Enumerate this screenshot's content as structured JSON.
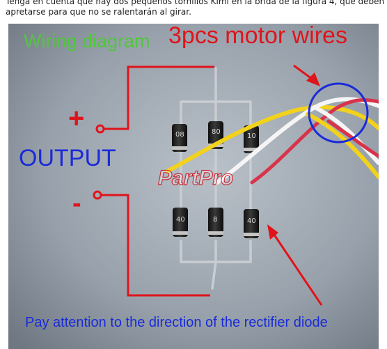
{
  "caption": "Tenga en cuenta que hay dos pequeños tornillos Kimi en la brida de la figura 4, que deben apretarse para que no se ralentarán al girar.",
  "photo": {
    "title_left": "Wiring diagram",
    "title_right": "3pcs motor wires",
    "plus_sign": "+",
    "minus_sign": "-",
    "output_label": "OUTPUT",
    "note": "Pay attention to the direction of the rectifier diode",
    "watermark": "PartPro",
    "diodes": [
      {
        "marking": "08"
      },
      {
        "marking": "80"
      },
      {
        "marking": "10"
      },
      {
        "marking": "40"
      },
      {
        "marking": "8"
      },
      {
        "marking": "40"
      }
    ],
    "colors": {
      "label_red": "#e0141b",
      "label_green": "#4fc83a",
      "label_blue": "#1a2bd8",
      "wire_yellow": "#f2d21b",
      "wire_white": "#f5f5f5",
      "wire_red": "#d8334a"
    }
  }
}
